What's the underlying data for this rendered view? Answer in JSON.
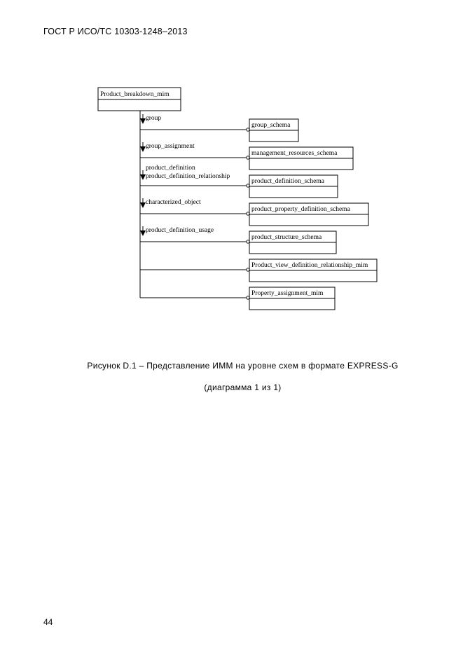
{
  "header": {
    "standard_code": "ГОСТ Р ИСО/ТС 10303-1248–2013"
  },
  "diagram": {
    "root_entity": "Product_breakdown_mim",
    "connections": [
      {
        "labels": [
          "group"
        ],
        "target": "group_schema",
        "has_arrow": true
      },
      {
        "labels": [
          "group_assignment"
        ],
        "target": "management_resources_schema",
        "has_arrow": true
      },
      {
        "labels": [
          "product_definition",
          "product_definition_relationship"
        ],
        "target": "product_definition_schema",
        "has_arrow": true
      },
      {
        "labels": [
          "characterized_object"
        ],
        "target": "product_property_definition_schema",
        "has_arrow": true
      },
      {
        "labels": [
          "product_definition_usage"
        ],
        "target": "product_structure_schema",
        "has_arrow": true
      },
      {
        "labels": [],
        "target": "Product_view_definition_relationship_mim",
        "has_arrow": false
      },
      {
        "labels": [],
        "target": "Property_assignment_mim",
        "has_arrow": false
      }
    ]
  },
  "caption": {
    "line1": "Рисунок  D.1 – Представление ИММ на уровне схем в формате EXPRESS-G",
    "line2": "(диаграмма 1 из 1)"
  },
  "page_number": "44"
}
